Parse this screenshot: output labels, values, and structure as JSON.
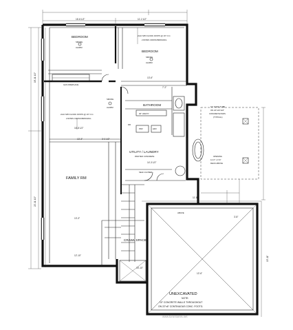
{
  "rooms": {
    "bedroom_left": "BEDROOM",
    "bedroom_right": "BEDROOM",
    "bathroom": "BATHROOM",
    "utility": "UTILITY / LAUNDRY",
    "utility_sub": "PAINTED CONCRETE",
    "family": "FAMILY RM",
    "crawl": "CRAWL SPACE",
    "unexcavated": "UNEXCAVATED",
    "note_title": "NOTE:",
    "note_line1": "10\" CONCRETE WALLS THROUGHOUT",
    "note_line2": "ON 22\"x6\" CONTINUOUS CONC. FOOTG."
  },
  "annotations": {
    "smoke_left": "SMOKE",
    "alarm_left": "ALARM",
    "smoke_right": "SMOKE",
    "alarm_right": "ALARM",
    "smoke_bath": "SMOKE",
    "alarm_bath": "ALARM",
    "gas_fireplace": "GAS FIREPLACE",
    "floor_joists_top": "2x10 SPF FLOOR JOISTS @ 16\" O.C.",
    "bridging_top": "2 ROWS CROSS BRIDGING",
    "floor_joists_mid": "2x10 SPF FLOOR JOISTS @ 16\" O.C.",
    "bridging_mid": "2 ROWS CROSS BRIDGING",
    "vanity": "30\" VANITY",
    "self_closer": "SELF-CLOSER",
    "sono_tube": "10\" SONO TUBE",
    "sono_tube_line2": "ON 24\"x24\"x16\"",
    "sono_tube_line3": "CONCRETE PADS",
    "sono_tube_line4": "(TYPICAL)",
    "opening_line1": "OPENING",
    "opening_line2": "11'-0\" x 3'-6\"",
    "opening_line3": "DECK ABOVE",
    "above": "ABOVE",
    "prv": "PRV",
    "hrv": "HRV",
    "dr": "DR"
  },
  "dimensions": {
    "top_left": "16'-8 1/2\"",
    "top_right": "11'-2 1/2\"",
    "top_right2": "11'-3 1/2\"",
    "left_height1": "18'-11 1/2\"",
    "mid_left": "16'-8 1/2\"",
    "mid_right": "13'-6\"",
    "mid_right2": "7'-2\"",
    "fam_width1": "13'-3\"",
    "fam_width2": "3'-0 1/2\"",
    "fam_width3": "13'-3\"",
    "crawl_w": "12'-10\"",
    "utility_w": "14'-3 1/2\"",
    "unexc_w": "11'-8\"",
    "unexc_w2": "3'-8\"",
    "bottom_w": "15'-10\"",
    "bottom_w2": "12'-6\"",
    "left_fam_h": "22'-11 1/2\"",
    "right_h": "15'-11\""
  },
  "watermark": "www.torontomls.net"
}
